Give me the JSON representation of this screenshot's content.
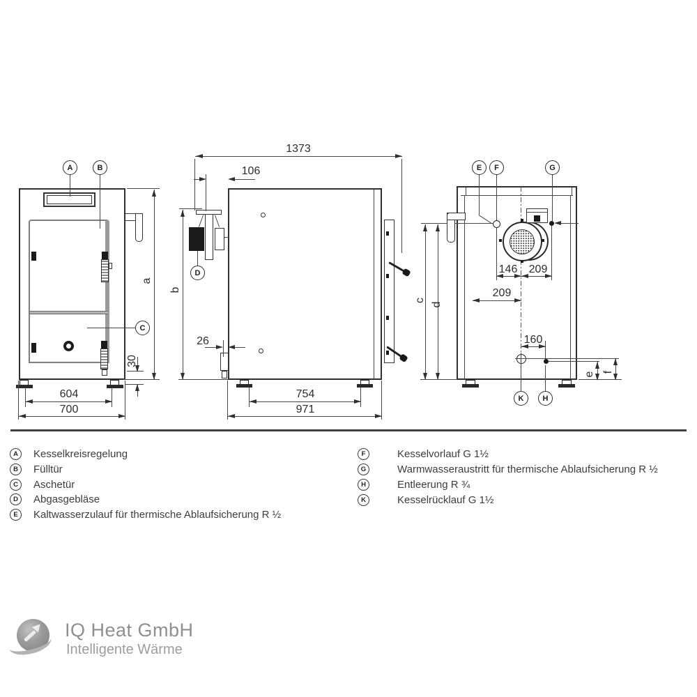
{
  "drawing": {
    "callouts": {
      "A": "A",
      "B": "B",
      "C": "C",
      "D": "D",
      "E": "E",
      "F": "F",
      "G": "G",
      "H": "H",
      "K": "K"
    },
    "dims": {
      "a": "a",
      "b": "b",
      "c": "c",
      "d": "d",
      "e": "e",
      "f": "f",
      "d30": "30",
      "d604": "604",
      "d700": "700",
      "d1373": "1373",
      "d106": "106",
      "d26": "26",
      "d754": "754",
      "d971": "971",
      "d146": "146",
      "d209a": "209",
      "d209b": "209",
      "d160": "160"
    }
  },
  "legend": {
    "left": [
      {
        "key": "A",
        "text": "Kesselkreisregelung"
      },
      {
        "key": "B",
        "text": "Fülltür"
      },
      {
        "key": "C",
        "text": "Aschetür"
      },
      {
        "key": "D",
        "text": "Abgasgebläse"
      },
      {
        "key": "E",
        "text": "Kaltwasserzulauf für thermische Ablaufsicherung R ½"
      }
    ],
    "right": [
      {
        "key": "F",
        "text": "Kesselvorlauf G 1½"
      },
      {
        "key": "G",
        "text": "Warmwasseraustritt für thermische Ablaufsicherung R ½"
      },
      {
        "key": "H",
        "text": "Entleerung R ¾"
      },
      {
        "key": "K",
        "text": "Kesselrücklauf G 1½"
      }
    ]
  },
  "branding": {
    "company": "IQ Heat GmbH",
    "tagline": "Intelligente Wärme"
  },
  "colors": {
    "line": "#2f2f2f",
    "frame_gray": "#9a9a9a",
    "logo_gray": "#8f8f8f"
  }
}
